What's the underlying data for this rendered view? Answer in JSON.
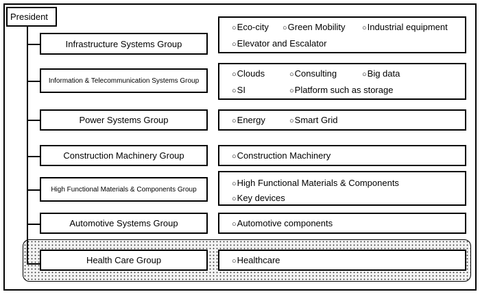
{
  "president": "President",
  "groups": [
    {
      "name": "Infrastructure Systems Group",
      "items": [
        {
          "symbol": "○",
          "label": "Eco-city"
        },
        {
          "symbol": "○",
          "label": "Green Mobility"
        },
        {
          "symbol": "○",
          "label": "Industrial equipment"
        },
        {
          "symbol": "○",
          "label": "Elevator and Escalator"
        }
      ]
    },
    {
      "name": "Information & Telecommunication Systems Group",
      "items": [
        {
          "symbol": "○",
          "label": "Clouds"
        },
        {
          "symbol": "○",
          "label": "Consulting"
        },
        {
          "symbol": "○",
          "label": "Big data"
        },
        {
          "symbol": "○",
          "label": "SI"
        },
        {
          "symbol": "○",
          "label": "Platform such as storage"
        }
      ]
    },
    {
      "name": "Power Systems Group",
      "items": [
        {
          "symbol": "○",
          "label": "Energy"
        },
        {
          "symbol": "○",
          "label": "Smart Grid"
        }
      ]
    },
    {
      "name": "Construction Machinery Group",
      "items": [
        {
          "symbol": "○",
          "label": "Construction Machinery"
        }
      ]
    },
    {
      "name": "High Functional Materials & Components Group",
      "items": [
        {
          "symbol": "○",
          "label": "High Functional Materials & Components"
        },
        {
          "symbol": "○",
          "label": "Key devices"
        }
      ]
    },
    {
      "name": "Automotive Systems Group",
      "items": [
        {
          "symbol": "○",
          "label": "Automotive components"
        }
      ]
    },
    {
      "name": "Health Care Group",
      "items": [
        {
          "symbol": "○",
          "label": "Healthcare"
        }
      ]
    }
  ]
}
